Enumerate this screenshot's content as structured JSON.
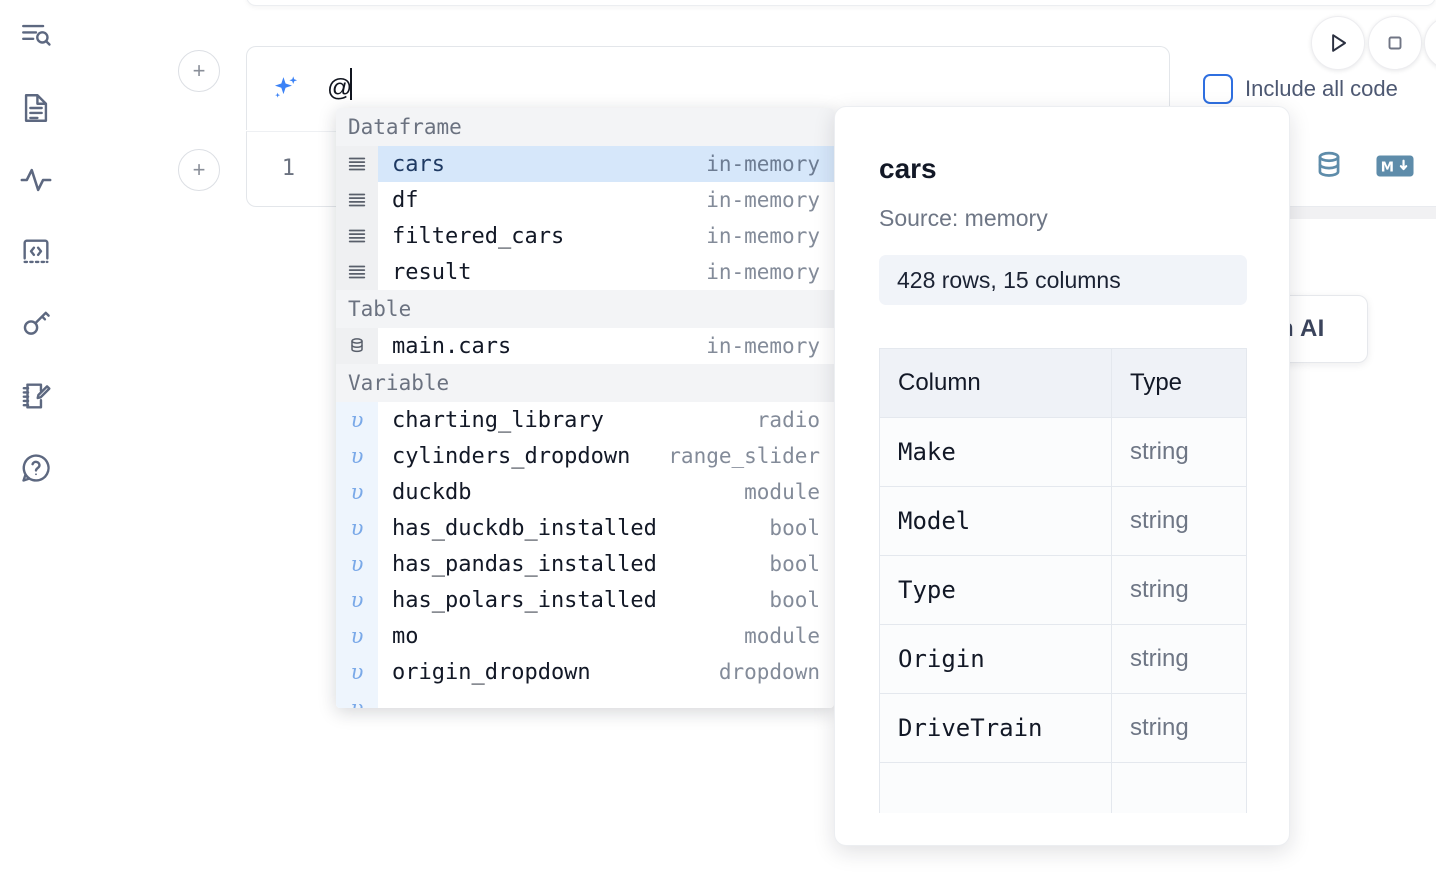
{
  "sidebar": {
    "items": [
      {
        "name": "explore-icon",
        "label": "Explore"
      },
      {
        "name": "notebook-icon",
        "label": "Notebook"
      },
      {
        "name": "activity-icon",
        "label": "Activity"
      },
      {
        "name": "snippets-icon",
        "label": "Snippets"
      },
      {
        "name": "secrets-icon",
        "label": "Secrets"
      },
      {
        "name": "scratchpad-icon",
        "label": "Scratchpad"
      },
      {
        "name": "help-icon",
        "label": "Help"
      }
    ]
  },
  "ai_prompt": {
    "value": "@",
    "placeholder": "",
    "sparkle_icon": "sparkle-icon",
    "include_all_code_label": "Include all code",
    "include_all_code_checked": false,
    "add_button_label": "+"
  },
  "cell": {
    "line_number": "1",
    "add_button_label": "+",
    "toolbar": [
      {
        "name": "database-icon",
        "label": "SQL cell"
      },
      {
        "name": "markdown-icon",
        "label": "Markdown cell"
      }
    ]
  },
  "run_controls": [
    {
      "name": "run-button",
      "icon": "play-icon",
      "label": "Run"
    },
    {
      "name": "stop-button",
      "icon": "square-icon",
      "label": "Stop"
    },
    {
      "name": "more-button",
      "icon": "chevron-icon",
      "label": "More"
    }
  ],
  "ai_chip": {
    "label": "h AI"
  },
  "autocomplete": {
    "groups": [
      {
        "label": "Dataframe",
        "icon": "dataframe-icon",
        "kind": "df",
        "items": [
          {
            "name": "cars",
            "meta": "in-memory",
            "selected": true
          },
          {
            "name": "df",
            "meta": "in-memory",
            "selected": false
          },
          {
            "name": "filtered_cars",
            "meta": "in-memory",
            "selected": false
          },
          {
            "name": "result",
            "meta": "in-memory",
            "selected": false
          }
        ]
      },
      {
        "label": "Table",
        "icon": "table-icon",
        "kind": "tbl",
        "items": [
          {
            "name": "main.cars",
            "meta": "in-memory",
            "selected": false
          }
        ]
      },
      {
        "label": "Variable",
        "icon": "variable-icon",
        "kind": "var",
        "items": [
          {
            "name": "charting_library",
            "meta": "radio",
            "selected": false
          },
          {
            "name": "cylinders_dropdown",
            "meta": "range_slider",
            "selected": false
          },
          {
            "name": "duckdb",
            "meta": "module",
            "selected": false
          },
          {
            "name": "has_duckdb_installed",
            "meta": "bool",
            "selected": false
          },
          {
            "name": "has_pandas_installed",
            "meta": "bool",
            "selected": false
          },
          {
            "name": "has_polars_installed",
            "meta": "bool",
            "selected": false
          },
          {
            "name": "mo",
            "meta": "module",
            "selected": false
          },
          {
            "name": "origin_dropdown",
            "meta": "dropdown",
            "selected": false
          }
        ]
      }
    ]
  },
  "detail_panel": {
    "title": "cars",
    "source": "Source: memory",
    "shape": "428 rows, 15 columns",
    "table": {
      "headers": [
        "Column",
        "Type"
      ],
      "rows": [
        [
          "Make",
          "string"
        ],
        [
          "Model",
          "string"
        ],
        [
          "Type",
          "string"
        ],
        [
          "Origin",
          "string"
        ],
        [
          "DriveTrain",
          "string"
        ]
      ]
    }
  },
  "colors": {
    "accent_blue": "#2f6fe0",
    "selected_row": "#d6e7fa",
    "icon_gutter": "#eff0f2",
    "toolbar_icon": "#5e8caa",
    "text_primary": "#121826",
    "text_muted": "#6e7685"
  }
}
